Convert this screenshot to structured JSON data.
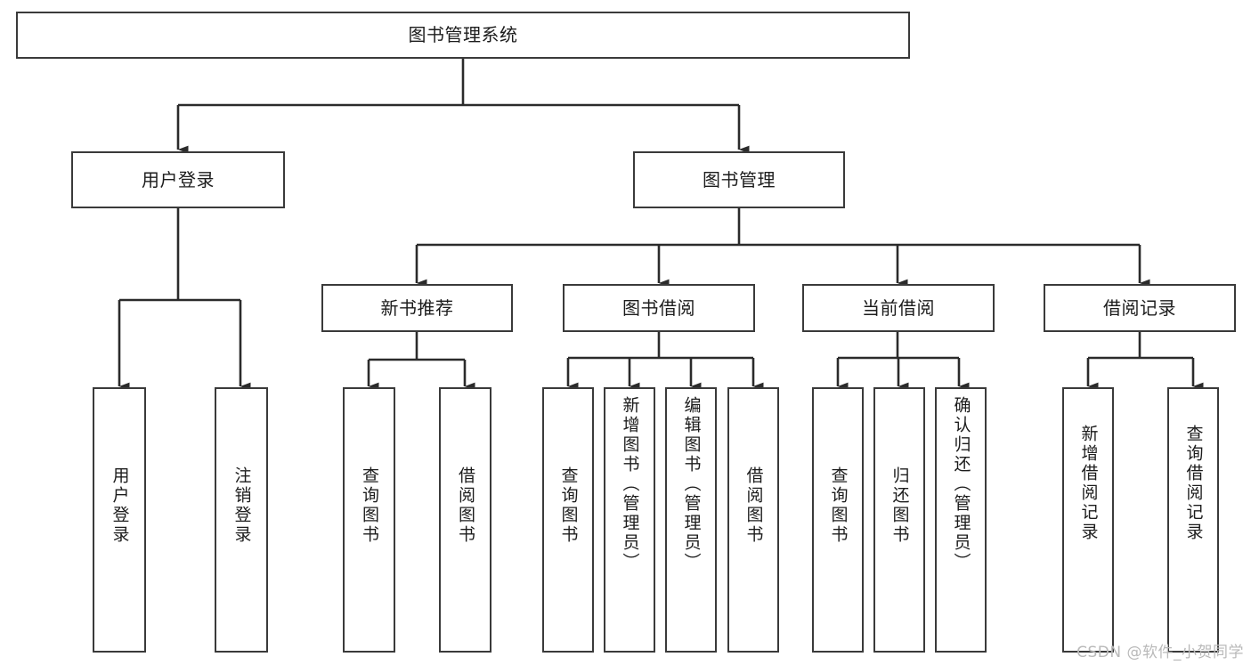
{
  "diagram": {
    "title": "图书管理系统",
    "type": "tree",
    "watermark": "CSDN @软件_小贺同学",
    "colors": {
      "background": "#ffffff",
      "box_fill": "#ffffff",
      "box_border": "#3a3a3a",
      "connector": "#2b2b2b",
      "text": "#1c1c1c",
      "watermark": "#b9b9b9"
    },
    "root": {
      "label": "图书管理系统"
    },
    "level2": [
      {
        "id": "user-login",
        "label": "用户登录"
      },
      {
        "id": "book-manage",
        "label": "图书管理"
      }
    ],
    "level3": [
      {
        "id": "new-book-rec",
        "label": "新书推荐"
      },
      {
        "id": "book-borrow",
        "label": "图书借阅"
      },
      {
        "id": "current-borrow",
        "label": "当前借阅"
      },
      {
        "id": "borrow-record",
        "label": "借阅记录"
      }
    ],
    "leaves": [
      {
        "id": "leaf-user-login",
        "label": "用户登录",
        "parent": "user-login"
      },
      {
        "id": "leaf-logout",
        "label": "注销登录",
        "parent": "user-login"
      },
      {
        "id": "leaf-query-book-1",
        "label": "查询图书",
        "parent": "new-book-rec"
      },
      {
        "id": "leaf-borrow-book-1",
        "label": "借阅图书",
        "parent": "new-book-rec"
      },
      {
        "id": "leaf-query-book-2",
        "label": "查询图书",
        "parent": "book-borrow"
      },
      {
        "id": "leaf-add-book",
        "label": "新增图书（管理员）",
        "parent": "book-borrow"
      },
      {
        "id": "leaf-edit-book",
        "label": "编辑图书（管理员）",
        "parent": "book-borrow"
      },
      {
        "id": "leaf-borrow-book-2",
        "label": "借阅图书",
        "parent": "book-borrow"
      },
      {
        "id": "leaf-query-book-3",
        "label": "查询图书",
        "parent": "current-borrow"
      },
      {
        "id": "leaf-return-book",
        "label": "归还图书",
        "parent": "current-borrow"
      },
      {
        "id": "leaf-confirm-return",
        "label": "确认归还（管理员）",
        "parent": "current-borrow"
      },
      {
        "id": "leaf-add-record",
        "label": "新增借阅记录",
        "parent": "borrow-record"
      },
      {
        "id": "leaf-query-record",
        "label": "查询借阅记录",
        "parent": "borrow-record"
      }
    ]
  }
}
